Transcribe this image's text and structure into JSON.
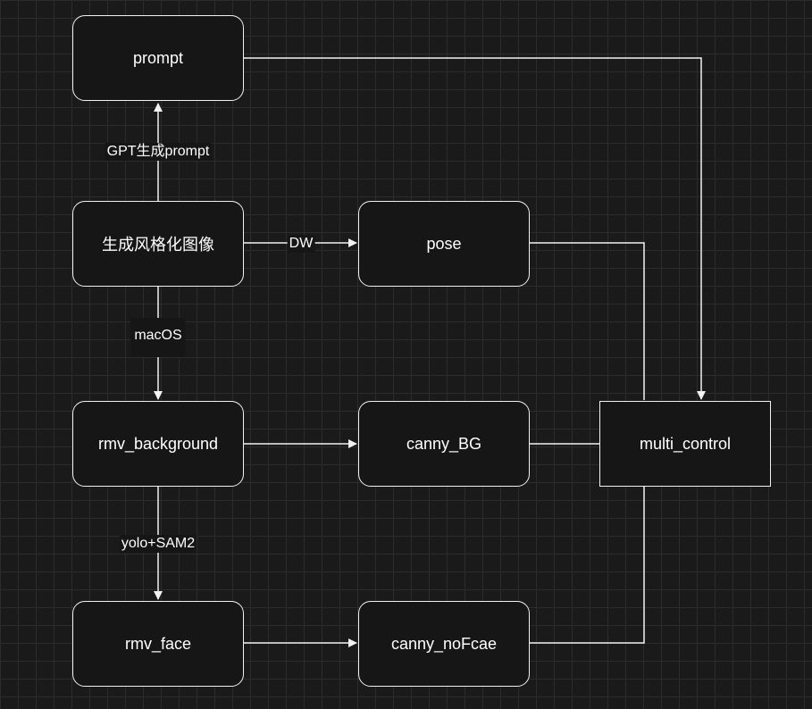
{
  "nodes": {
    "prompt": "prompt",
    "stylize": "生成风格化图像",
    "pose": "pose",
    "rmv_background": "rmv_background",
    "canny_bg": "canny_BG",
    "multi_control": "multi_control",
    "rmv_face": "rmv_face",
    "canny_noface": "canny_noFcae"
  },
  "edge_labels": {
    "gpt": "GPT生成prompt",
    "dw": "DW",
    "macos": "macOS",
    "yolo": "yolo+SAM2"
  },
  "colors": {
    "background": "#1a1a1a",
    "grid": "#2c2c2c",
    "node_fill": "#161616",
    "stroke": "#f2f2f2",
    "text": "#ffffff"
  }
}
